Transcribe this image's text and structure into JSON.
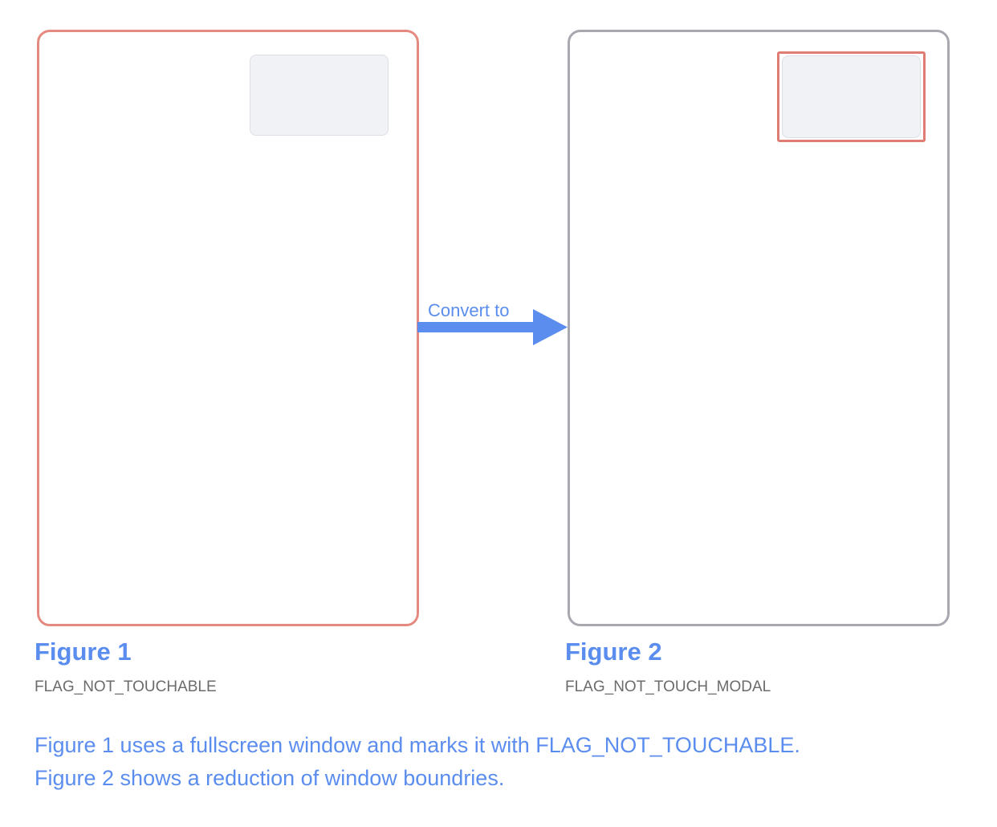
{
  "diagram": {
    "arrow_label": "Convert to",
    "figure1": {
      "title": "Figure 1",
      "flag": "FLAG_NOT_TOUCHABLE"
    },
    "figure2": {
      "title": "Figure 2",
      "flag": "FLAG_NOT_TOUCH_MODAL"
    },
    "caption": {
      "line1": "Figure 1 uses a fullscreen window and marks it with FLAG_NOT_TOUCHABLE.",
      "line2": "Figure 2 shows a reduction of window boundries."
    }
  },
  "colors": {
    "highlight_border": "#e58a80",
    "neutral_border": "#a8a8b0",
    "accent_blue": "#5b8def",
    "panel_fill": "#f1f2f5"
  }
}
